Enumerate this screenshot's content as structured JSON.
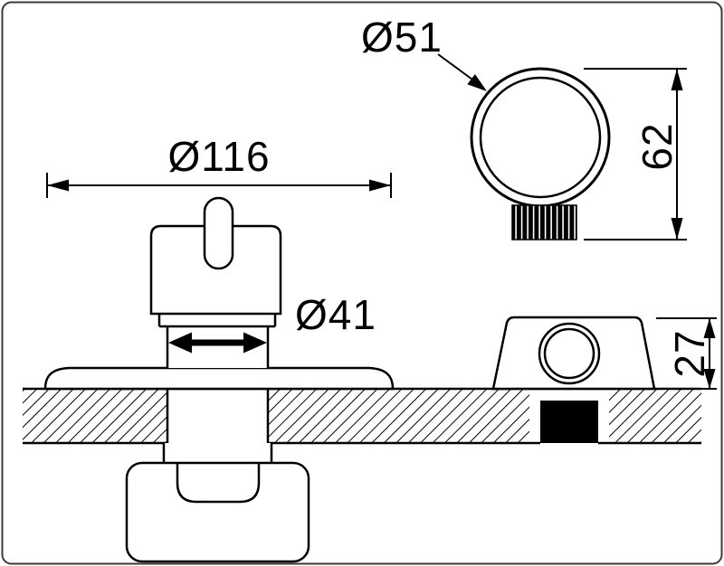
{
  "drawing": {
    "kind": "technical-dimension-drawing",
    "background_color": "#ffffff",
    "line_color": "#000000",
    "border_color": "#3a3a3a",
    "views": {
      "front": {
        "plate_diameter_label": "Ø116",
        "neck_diameter_label": "Ø41"
      },
      "handle_detail": {
        "ring_diameter_label": "Ø51",
        "height_label": "62"
      },
      "side": {
        "height_label": "27"
      }
    }
  }
}
